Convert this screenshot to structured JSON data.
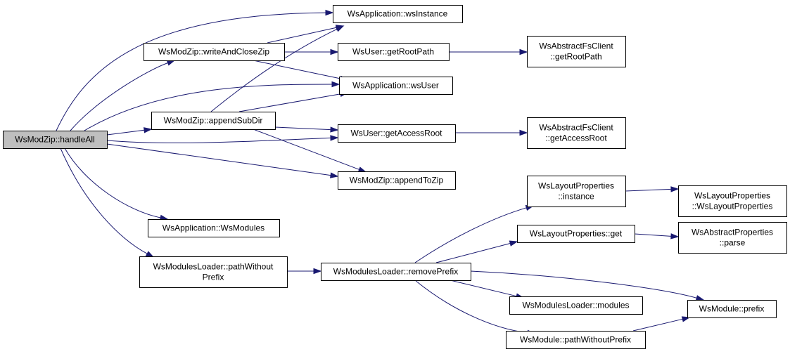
{
  "nodes": [
    {
      "id": "handleAll",
      "lines": [
        "WsModZip::handleAll"
      ],
      "root": true
    },
    {
      "id": "wsInstance",
      "lines": [
        "WsApplication::wsInstance"
      ]
    },
    {
      "id": "writeAndCloseZip",
      "lines": [
        "WsModZip::writeAndCloseZip"
      ]
    },
    {
      "id": "getRootPath",
      "lines": [
        "WsUser::getRootPath"
      ]
    },
    {
      "id": "fsGetRootPath",
      "lines": [
        "WsAbstractFsClient",
        "::getRootPath"
      ]
    },
    {
      "id": "wsUser",
      "lines": [
        "WsApplication::wsUser"
      ]
    },
    {
      "id": "appendSubDir",
      "lines": [
        "WsModZip::appendSubDir"
      ]
    },
    {
      "id": "getAccessRoot",
      "lines": [
        "WsUser::getAccessRoot"
      ]
    },
    {
      "id": "fsGetAccessRoot",
      "lines": [
        "WsAbstractFsClient",
        "::getAccessRoot"
      ]
    },
    {
      "id": "appendToZip",
      "lines": [
        "WsModZip::appendToZip"
      ]
    },
    {
      "id": "layoutInstance",
      "lines": [
        "WsLayoutProperties",
        "::instance"
      ]
    },
    {
      "id": "layoutCtor",
      "lines": [
        "WsLayoutProperties",
        "::WsLayoutProperties"
      ]
    },
    {
      "id": "wsModules",
      "lines": [
        "WsApplication::WsModules"
      ]
    },
    {
      "id": "layoutGet",
      "lines": [
        "WsLayoutProperties::get"
      ]
    },
    {
      "id": "parse",
      "lines": [
        "WsAbstractProperties",
        "::parse"
      ]
    },
    {
      "id": "pathWithoutPrefixLoader",
      "lines": [
        "WsModulesLoader::pathWithout",
        "Prefix"
      ]
    },
    {
      "id": "removePrefix",
      "lines": [
        "WsModulesLoader::removePrefix"
      ]
    },
    {
      "id": "modules",
      "lines": [
        "WsModulesLoader::modules"
      ]
    },
    {
      "id": "prefix",
      "lines": [
        "WsModule::prefix"
      ]
    },
    {
      "id": "pathWithoutPrefix",
      "lines": [
        "WsModule::pathWithoutPrefix"
      ]
    }
  ],
  "edges": [
    {
      "from": "handleAll",
      "to": "wsInstance"
    },
    {
      "from": "handleAll",
      "to": "writeAndCloseZip"
    },
    {
      "from": "handleAll",
      "to": "wsUser"
    },
    {
      "from": "handleAll",
      "to": "appendSubDir"
    },
    {
      "from": "handleAll",
      "to": "getAccessRoot"
    },
    {
      "from": "handleAll",
      "to": "appendToZip"
    },
    {
      "from": "handleAll",
      "to": "wsModules"
    },
    {
      "from": "handleAll",
      "to": "pathWithoutPrefixLoader"
    },
    {
      "from": "writeAndCloseZip",
      "to": "wsInstance"
    },
    {
      "from": "writeAndCloseZip",
      "to": "getRootPath"
    },
    {
      "from": "writeAndCloseZip",
      "to": "wsUser"
    },
    {
      "from": "getRootPath",
      "to": "fsGetRootPath"
    },
    {
      "from": "appendSubDir",
      "to": "wsInstance"
    },
    {
      "from": "appendSubDir",
      "to": "wsUser"
    },
    {
      "from": "appendSubDir",
      "to": "getAccessRoot"
    },
    {
      "from": "appendSubDir",
      "to": "appendToZip"
    },
    {
      "from": "getAccessRoot",
      "to": "fsGetAccessRoot"
    },
    {
      "from": "pathWithoutPrefixLoader",
      "to": "removePrefix"
    },
    {
      "from": "removePrefix",
      "to": "layoutInstance"
    },
    {
      "from": "removePrefix",
      "to": "layoutGet"
    },
    {
      "from": "removePrefix",
      "to": "modules"
    },
    {
      "from": "removePrefix",
      "to": "prefix"
    },
    {
      "from": "removePrefix",
      "to": "pathWithoutPrefix"
    },
    {
      "from": "layoutInstance",
      "to": "layoutCtor"
    },
    {
      "from": "layoutGet",
      "to": "parse"
    },
    {
      "from": "pathWithoutPrefix",
      "to": "prefix"
    }
  ],
  "colors": {
    "edge": "#191970",
    "root_fill": "#bfbfbf",
    "node_fill": "#ffffff",
    "node_stroke": "#000000"
  }
}
